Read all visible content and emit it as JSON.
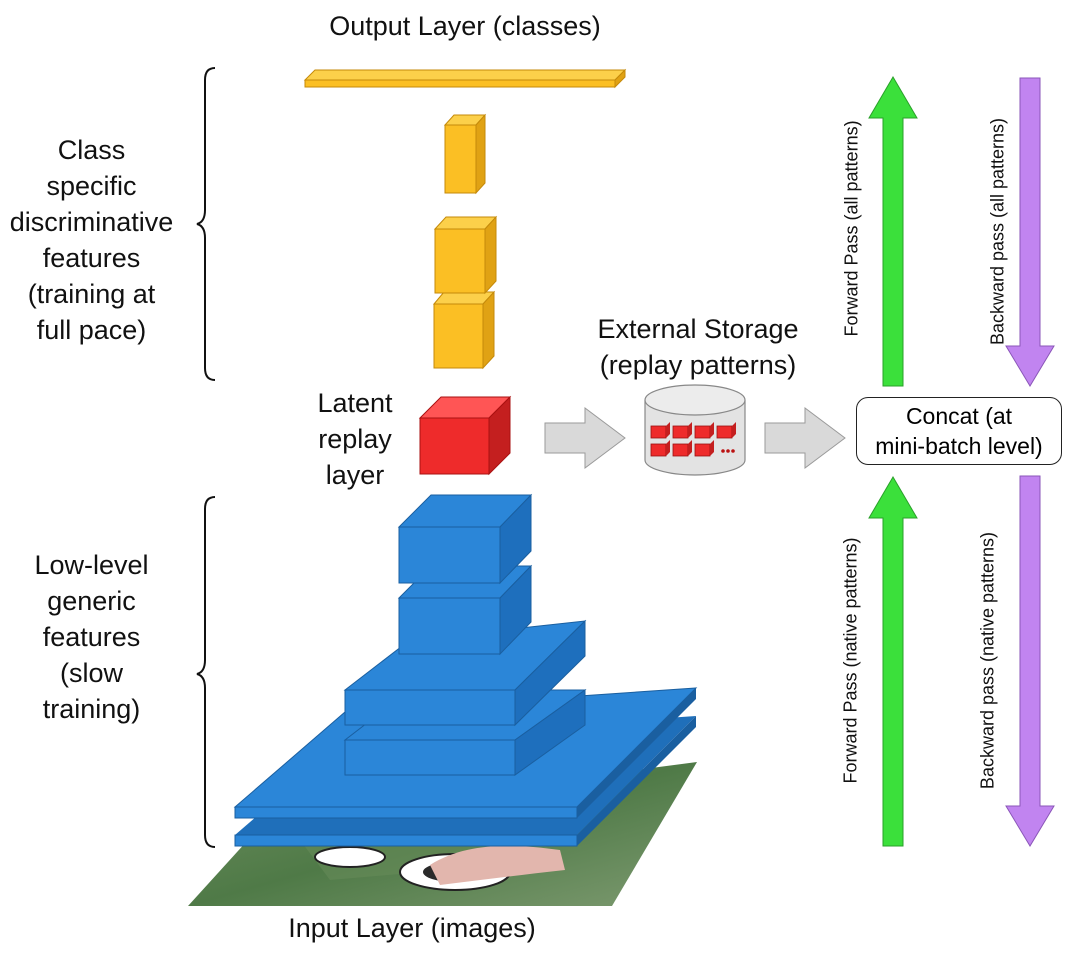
{
  "output_layer_label": "Output Layer (classes)",
  "input_layer_label": "Input Layer (images)",
  "class_features_label": [
    "Class",
    "specific",
    "discriminative",
    "features",
    "(training at",
    "full pace)"
  ],
  "lowlevel_features_label": [
    "Low-level",
    "generic",
    "features",
    "(slow",
    "training)"
  ],
  "latent_label": [
    "Latent",
    "replay",
    "layer"
  ],
  "storage_label": [
    "External Storage",
    "(replay patterns)"
  ],
  "concat_label": [
    "Concat (at",
    "mini-batch level)"
  ],
  "forward_all_label": "Forward Pass (all patterns)",
  "backward_all_label": "Backward pass (all patterns)",
  "forward_native_label": "Forward Pass (native patterns)",
  "backward_native_label": "Backward pass (native patterns)",
  "colors": {
    "output_layers": "#FBBF24",
    "latent_layer": "#EE2B2B",
    "lowlevel_layers": "#2B86D8",
    "forward_arrow": "#3BE03B",
    "backward_arrow": "#C184F0",
    "flow_arrow": "#D9D9D9",
    "storage": "#E3E3E3"
  }
}
